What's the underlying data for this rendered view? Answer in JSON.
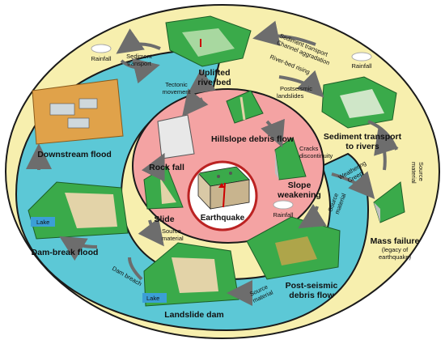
{
  "center": {
    "title": "Earthquake"
  },
  "inner": {
    "hillslope": "Hillslope debris flow",
    "rockfall": "Rock fall",
    "slide": "Slide",
    "weakening": [
      "Slope",
      "weakening"
    ],
    "cracks": [
      "Cracks",
      "discontinuity"
    ]
  },
  "yellow": {
    "uplifted": [
      "Uplifted",
      "riverbed"
    ],
    "sediment_rivers": [
      "Sediment transport",
      "to rivers"
    ],
    "mass_failure": "Mass failure",
    "legacy": [
      "(legacy of",
      "earthquake)"
    ],
    "postseismic_landslides": [
      "Postseismic",
      "landslides"
    ],
    "sediment_transport": [
      "Sediment transport",
      "Channel aggradation"
    ],
    "riverbed_rising": "River-bed rising",
    "tectonic": [
      "Tectonic",
      "movement"
    ],
    "sediment_transport_left": [
      "Sediment",
      "transport"
    ],
    "weathering": [
      "Weathering",
      "Creep"
    ],
    "source_material_right": [
      "Source",
      "material"
    ],
    "rainfall_left": "Rainfall",
    "rainfall_right": "Rainfall"
  },
  "blue": {
    "downstream": "Downstream flood",
    "dam_break": "Dam-break flood",
    "landslide_dam": "Landslide dam",
    "postseismic_debris": [
      "Post-seismic",
      "debris flow"
    ],
    "dam_breach": "Dam breach",
    "source_material_left": [
      "Source",
      "material"
    ],
    "source_material_bottom": [
      "Source",
      "material"
    ],
    "source_material_mid": [
      "Source",
      "material"
    ],
    "rainfall_mid": "Rainfall",
    "lake1": "Lake",
    "lake2": "Lake"
  },
  "colors": {
    "yellow": "#f7efae",
    "blue": "#5cc8d6",
    "pink": "#f4a3a3",
    "terrain": "#3aaa4a",
    "arrow": "#6d6d6d"
  }
}
